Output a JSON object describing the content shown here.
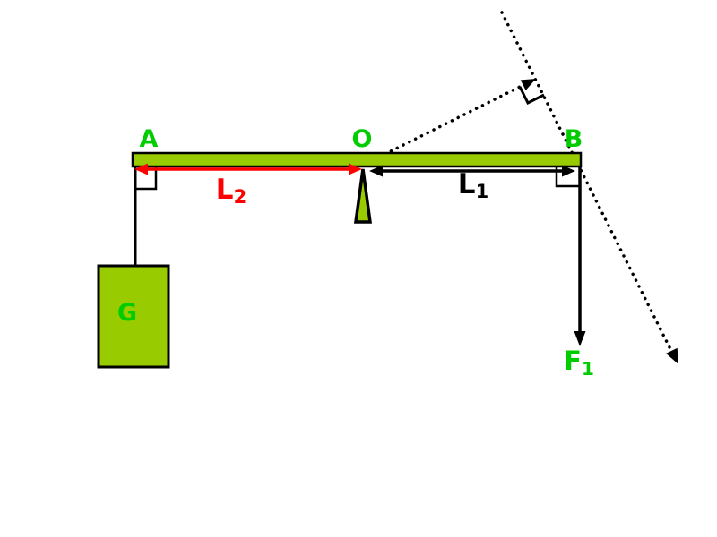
{
  "diagram": {
    "labels": {
      "point_a": "A",
      "point_o": "O",
      "point_b": "B",
      "weight": "G",
      "l2_main": "L",
      "l2_sub": "2",
      "l1_main": "L",
      "l1_sub": "1",
      "f1_main": "F",
      "f1_sub": "1"
    },
    "colors": {
      "shape_green": "#99CC00",
      "label_green": "#00CC00",
      "arrow_red": "#FF0000",
      "line_black": "#000000"
    }
  }
}
